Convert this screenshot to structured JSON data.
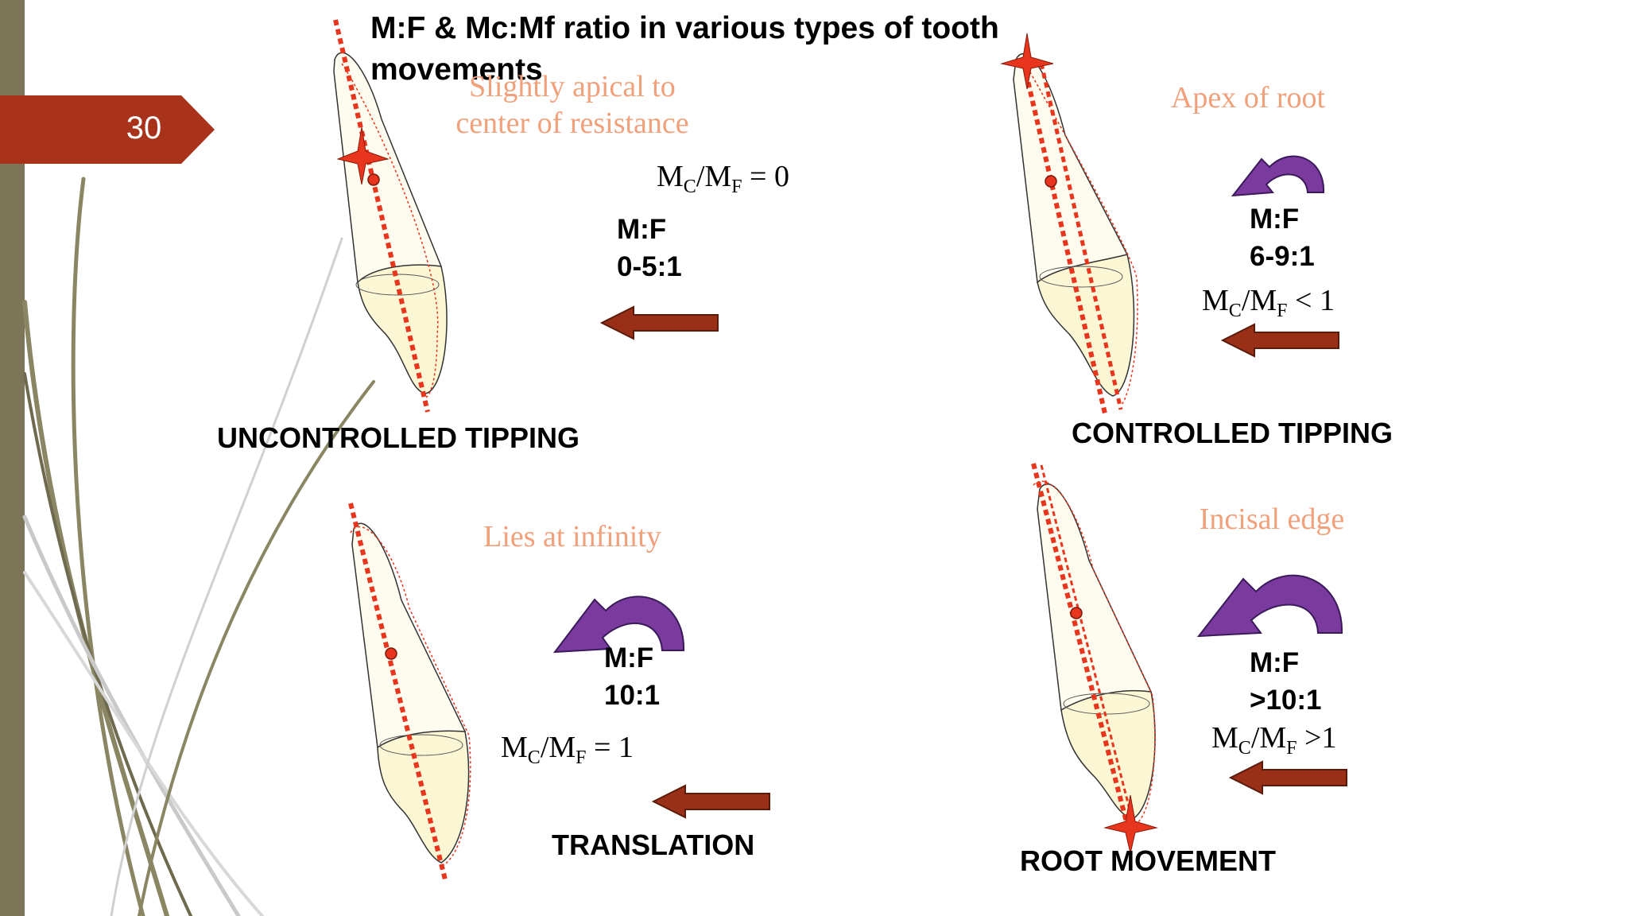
{
  "slide": {
    "number": "30",
    "title": "M:F & Mc:Mf ratio in various types of tooth movements"
  },
  "colors": {
    "sidebar": "#7D7557",
    "slide_tab": "#A8321A",
    "axis_dashed": "#E8351E",
    "tooth_fill": "#FCF8D9",
    "peach_text": "#F0A07A",
    "moment_arrow": "#7A3A9E",
    "force_arrow": "#9A2F18"
  },
  "panels": {
    "uncontrolled_tipping": {
      "label": "UNCONTROLLED TIPPING",
      "center_of_rotation": "Slightly apical to center of resistance",
      "mf_label": "M:F",
      "mf_value": "0-5:1",
      "mcmf": {
        "m": "M",
        "c": "C",
        "f": "F",
        "relation": "= 0"
      }
    },
    "controlled_tipping": {
      "label": "CONTROLLED TIPPING",
      "center_of_rotation": "Apex of root",
      "mf_label": "M:F",
      "mf_value": "6-9:1",
      "mcmf": {
        "m": "M",
        "c": "C",
        "f": "F",
        "relation": "< 1"
      }
    },
    "translation": {
      "label": "TRANSLATION",
      "center_of_rotation": "Lies at infinity",
      "mf_label": "M:F",
      "mf_value": "10:1",
      "mcmf": {
        "m": "M",
        "c": "C",
        "f": "F",
        "relation": "= 1"
      }
    },
    "root_movement": {
      "label": "ROOT MOVEMENT",
      "center_of_rotation": "Incisal edge",
      "mf_label": "M:F",
      "mf_value": ">10:1",
      "mcmf": {
        "m": "M",
        "c": "C",
        "f": "F",
        "relation": ">1"
      }
    }
  }
}
